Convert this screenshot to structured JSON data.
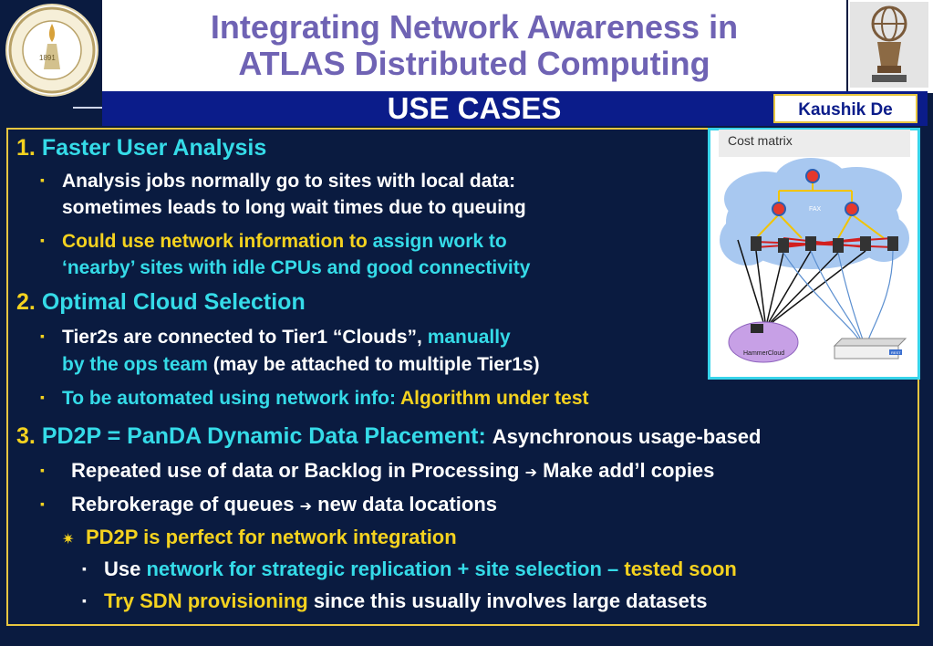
{
  "header": {
    "title_line1": "Integrating Network Awareness in",
    "title_line2": "ATLAS Distributed Computing",
    "subtitle": "USE CASES",
    "author": "Kaushik De",
    "seal_year": "1891"
  },
  "diagram": {
    "title": "Cost matrix",
    "cloud_label": "FAX",
    "hammercloud_label": "HammerCloud",
    "server_label": "REST"
  },
  "content": {
    "s1": {
      "num": "1.",
      "title": "Faster User Analysis"
    },
    "s1_b1_l1": "Analysis jobs normally go to sites with local data:",
    "s1_b1_l2": "sometimes leads to long wait times due to queuing",
    "s1_b2_l1a": "Could use network information to ",
    "s1_b2_l1b": "assign work to",
    "s1_b2_l2": "‘nearby’ sites with idle CPUs and good connectivity",
    "s2": {
      "num": "2.",
      "title": "Optimal Cloud Selection"
    },
    "s2_b1_l1a": "Tier2s are connected to Tier1 “Clouds”, ",
    "s2_b1_l1b": "manually",
    "s2_b1_l2a": "by the ops team",
    "s2_b1_l2b": " (may be attached to multiple Tier1s)",
    "s2_b2a": "To be automated using network info: ",
    "s2_b2b": "Algorithm under test",
    "s3": {
      "num": "3.",
      "title": "PD2P = PanDA Dynamic Data Placement: ",
      "rest": "Asynchronous usage-based"
    },
    "s3_b1a": "Repeated use of data or Backlog in Processing ",
    "s3_b1b": "Make add’l copies",
    "s3_b2a": "Rebrokerage of queues ",
    "s3_b2b": "new data locations",
    "s3_star": "PD2P is perfect for network integration",
    "s3_sub1a": "Use ",
    "s3_sub1b": "network for strategic replication + site selection – ",
    "s3_sub1c": "tested soon",
    "s3_sub2a": "Try SDN provisioning",
    "s3_sub2b": " since this usually involves large datasets"
  },
  "glyphs": {
    "bullet": "▪",
    "arrow": "➔",
    "star": "✷"
  },
  "colors": {
    "background": "#0a1b40",
    "title": "#6f63b4",
    "yellow": "#f4d21f",
    "cyan": "#35dbe8",
    "bar": "#0b1c8a"
  }
}
